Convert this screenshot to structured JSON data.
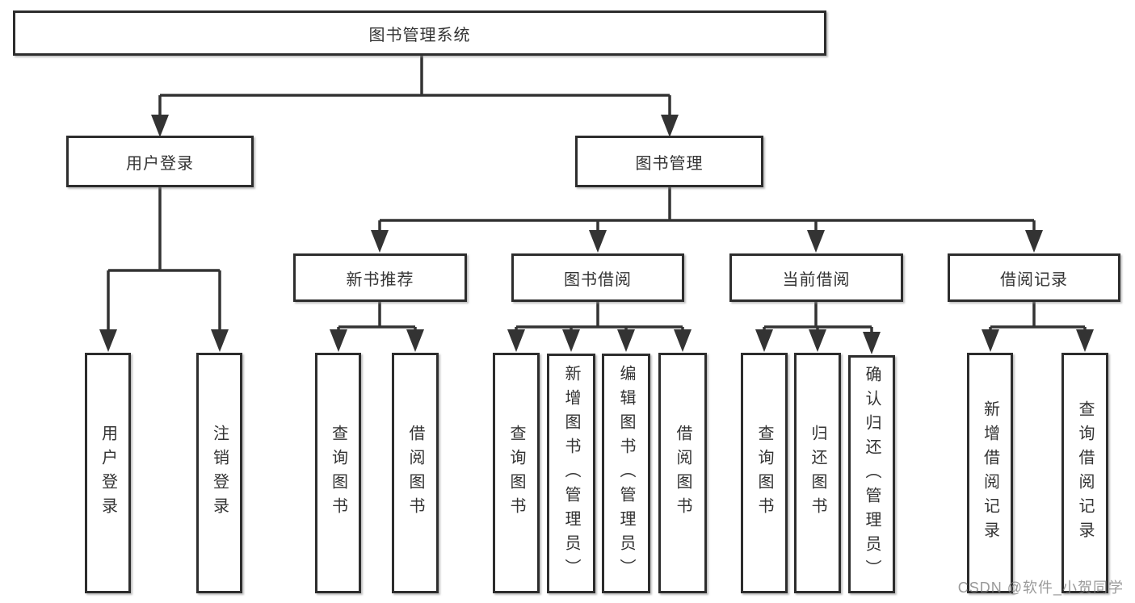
{
  "diagram": {
    "title": "图书管理系统",
    "type": "功能结构图",
    "colors": {
      "line": "#333333",
      "box_border": "#2d2d2d",
      "box_fill": "#ffffff",
      "text": "#333333",
      "watermark": "#7d7d7d"
    },
    "nodes": {
      "root": {
        "label": "图书管理系统"
      },
      "user_login": {
        "label": "用户登录"
      },
      "book_mgmt": {
        "label": "图书管理"
      },
      "new_books": {
        "label": "新书推荐"
      },
      "book_borrow": {
        "label": "图书借阅"
      },
      "current_borrow": {
        "label": "当前借阅"
      },
      "borrow_records": {
        "label": "借阅记录"
      },
      "leaf_user_login": {
        "label": "用户登录"
      },
      "leaf_logout": {
        "label": "注销登录"
      },
      "leaf_new_query": {
        "label": "查询图书"
      },
      "leaf_new_borrow": {
        "label": "借阅图书"
      },
      "leaf_bb_query": {
        "label": "查询图书"
      },
      "leaf_bb_add": {
        "label": "新增图书（管理员）"
      },
      "leaf_bb_edit": {
        "label": "编辑图书（管理员）"
      },
      "leaf_bb_borrow": {
        "label": "借阅图书"
      },
      "leaf_cur_query": {
        "label": "查询图书"
      },
      "leaf_cur_return": {
        "label": "归还图书"
      },
      "leaf_cur_confirm": {
        "label": "确认归还（管理员）"
      },
      "leaf_rec_add": {
        "label": "新增借阅记录"
      },
      "leaf_rec_query": {
        "label": "查询借阅记录"
      }
    },
    "hierarchy": {
      "图书管理系统": {
        "用户登录": [
          "用户登录",
          "注销登录"
        ],
        "图书管理": {
          "新书推荐": [
            "查询图书",
            "借阅图书"
          ],
          "图书借阅": [
            "查询图书",
            "新增图书（管理员）",
            "编辑图书（管理员）",
            "借阅图书"
          ],
          "当前借阅": [
            "查询图书",
            "归还图书",
            "确认归还（管理员）"
          ],
          "借阅记录": [
            "新增借阅记录",
            "查询借阅记录"
          ]
        }
      }
    },
    "watermark": "CSDN @软件_小贺同学"
  }
}
